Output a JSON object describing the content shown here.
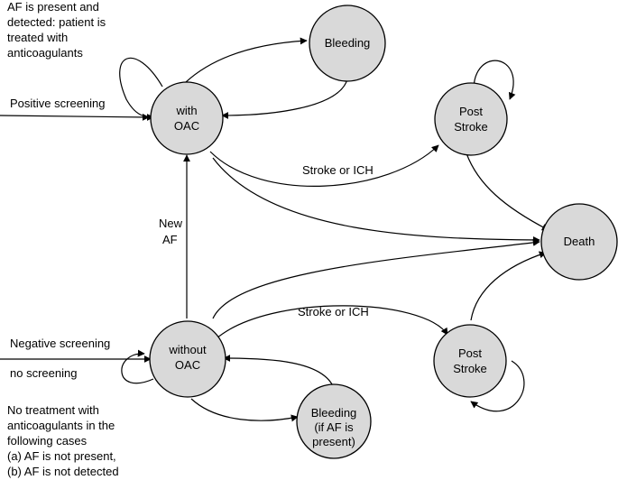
{
  "notes": {
    "top": [
      "AF is present and",
      "detected: patient is",
      "treated with",
      "anticoagulants"
    ],
    "bottom": [
      "No treatment with",
      "anticoagulants in the",
      "following cases",
      "(a) AF is not present,",
      "(b) AF is not detected"
    ]
  },
  "nodes": {
    "with_oac": [
      "with",
      "OAC"
    ],
    "bleeding_top": [
      "Bleeding"
    ],
    "post_stroke_top": [
      "Post",
      "Stroke"
    ],
    "death": [
      "Death"
    ],
    "without_oac": [
      "without",
      "OAC"
    ],
    "post_stroke_bottom": [
      "Post",
      "Stroke"
    ],
    "bleeding_bottom": [
      "Bleeding",
      "(if AF is",
      "present)"
    ]
  },
  "edge_labels": {
    "positive_screening": "Positive screening",
    "negative_screening": "Negative screening",
    "no_screening": "no screening",
    "new_af": [
      "New",
      "AF"
    ],
    "stroke_top": "Stroke or ICH",
    "stroke_bottom": "Stroke or ICH"
  },
  "colors": {
    "node_fill": "#d9d9d9",
    "stroke": "#000000"
  }
}
